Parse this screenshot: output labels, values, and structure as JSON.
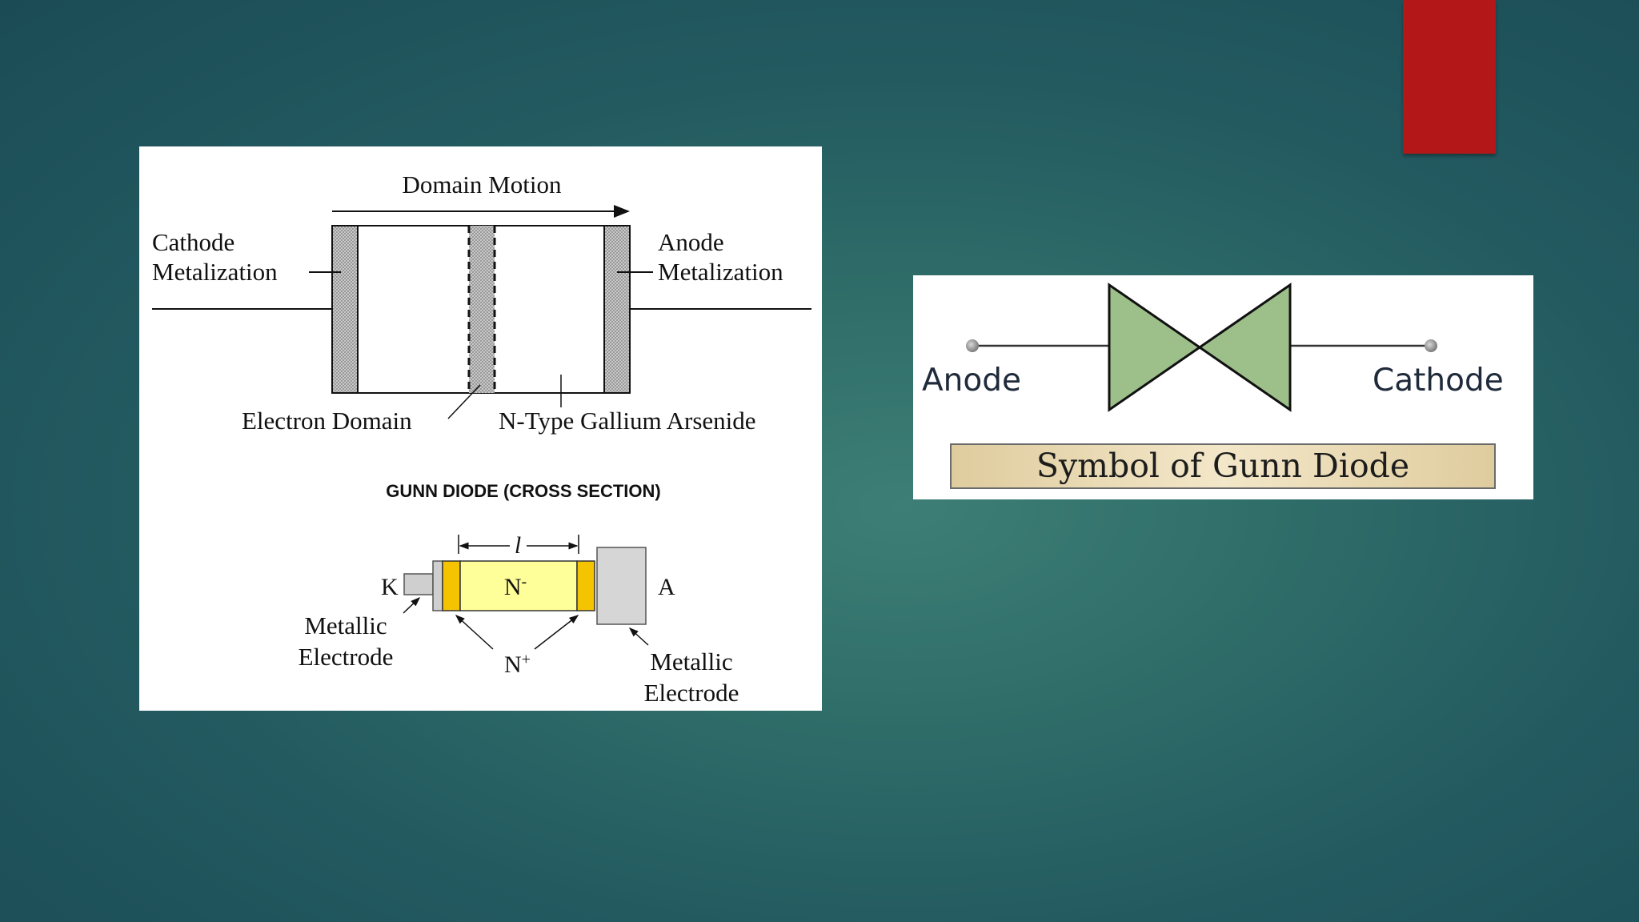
{
  "diagram_top": {
    "domain_motion": "Domain Motion",
    "cathode_line1": "Cathode",
    "cathode_line2": "Metalization",
    "anode_line1": "Anode",
    "anode_line2": "Metalization",
    "electron_domain": "Electron Domain",
    "n_type": "N-Type Gallium Arsenide"
  },
  "cross_section": {
    "caption": "GUNN DIODE (CROSS SECTION)",
    "length_symbol": "l",
    "k_label": "K",
    "a_label": "A",
    "n_minus": "N",
    "n_minus_sup": "-",
    "n_plus": "N",
    "n_plus_sup": "+",
    "left_electrode_line1": "Metallic",
    "left_electrode_line2": "Electrode",
    "right_electrode_line1": "Metallic",
    "right_electrode_line2": "Electrode"
  },
  "symbol": {
    "anode": "Anode",
    "cathode": "Cathode",
    "caption": "Symbol of Gunn Diode"
  },
  "colors": {
    "accent": "#b31717",
    "n_minus_fill": "#ffff99",
    "n_plus_fill": "#f5c400",
    "symbol_fill": "#9dc08b",
    "caption_fill": "#ead9b3"
  }
}
